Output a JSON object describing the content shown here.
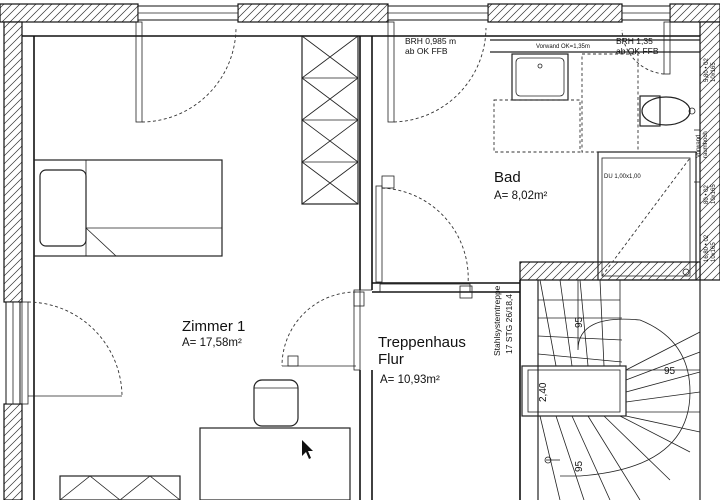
{
  "rooms": {
    "zimmer1": {
      "name": "Zimmer 1",
      "area": "A= 17,58m²"
    },
    "bad": {
      "name": "Bad",
      "area": "A= 8,02m²"
    },
    "flur": {
      "name_line1": "Treppenhaus",
      "name_line2": "Flur",
      "area": "A= 10,93m²"
    }
  },
  "notes": {
    "brh1_line1": "BRH 0,985 m",
    "brh1_line2": "ab OK FFB",
    "brh2_line1": "BRH 1,35",
    "brh2_line2": "ab OK FFB",
    "vorwand": "Vorwand OK=1,35m",
    "dusche": "DU 1,00x1,00",
    "vorwand_side_1": "Vorwand",
    "vorwand_side_2": "raumhoch",
    "side_1": "5,80 • 02",
    "side_2": "10x165",
    "side_3": "80 • 02",
    "side_4": "10x165",
    "side_5": "16,80 • 02",
    "side_6": "10x165"
  },
  "stairs": {
    "label_line1": "Stahlsystemtreppe",
    "label_line2": "17 STG  26/18,4",
    "dim_top": "95",
    "dim_right": "95",
    "dim_bottom": "95",
    "eye_width": "2,40"
  }
}
